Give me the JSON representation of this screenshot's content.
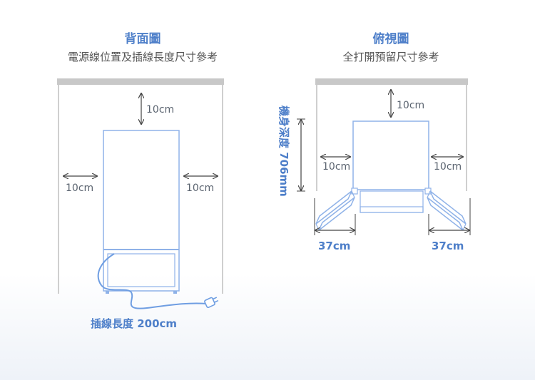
{
  "back_view": {
    "title": "背面圖",
    "subtitle": "電源線位置及插線長度尺寸參考",
    "top_gap": "10cm",
    "left_gap": "10cm",
    "right_gap": "10cm",
    "cord_length": "插線長度 200cm"
  },
  "top_view": {
    "title": "俯視圖",
    "subtitle": "全打開預留尺寸參考",
    "top_gap": "10cm",
    "left_gap": "10cm",
    "right_gap": "10cm",
    "depth": "機身深度 706mm",
    "left_door": "37cm",
    "right_door": "37cm"
  },
  "colors": {
    "accent": "#4e7fc9",
    "fridge_line": "#8fb2e8",
    "wall": "#c8c8c8"
  }
}
